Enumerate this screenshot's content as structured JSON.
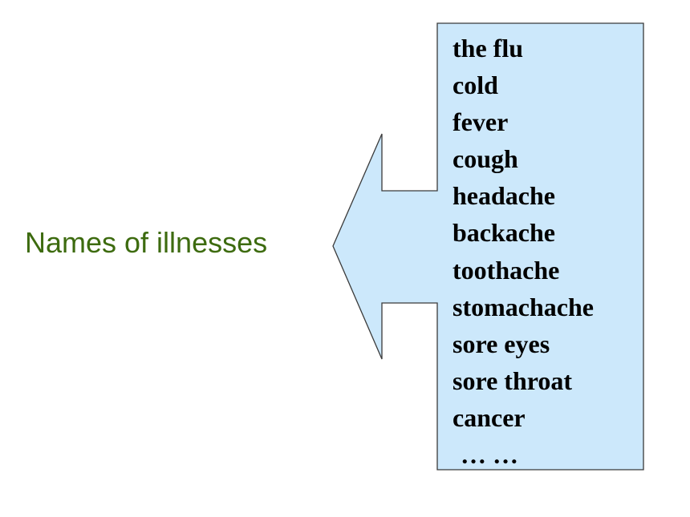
{
  "caption": {
    "text": "Names of illnesses",
    "color": "#3d6b0f"
  },
  "callout": {
    "fill": "#cce8fb",
    "stroke": "#3a3a3a",
    "items": [
      "the flu",
      "cold",
      "fever",
      "cough",
      "headache",
      "backache",
      "toothache",
      "stomachache",
      "sore eyes",
      "sore throat",
      "cancer",
      "… …"
    ]
  }
}
